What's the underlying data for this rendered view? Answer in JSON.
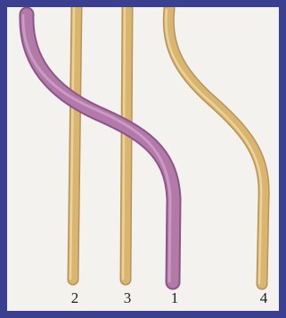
{
  "colors": {
    "frame": "#3b3f8f",
    "background": "#f4f2ef",
    "tan_strand": "#d9b56f",
    "tan_strand_shadow": "#b8935a",
    "tan_strand_highlight": "#f0d9a3",
    "purple_strand": "#b27aa8",
    "purple_strand_shadow": "#8e5488",
    "purple_strand_highlight": "#d6a7cf"
  },
  "strands": [
    {
      "label": "2",
      "color": "tan"
    },
    {
      "label": "3",
      "color": "tan"
    },
    {
      "label": "1",
      "color": "purple"
    },
    {
      "label": "4",
      "color": "tan"
    }
  ]
}
